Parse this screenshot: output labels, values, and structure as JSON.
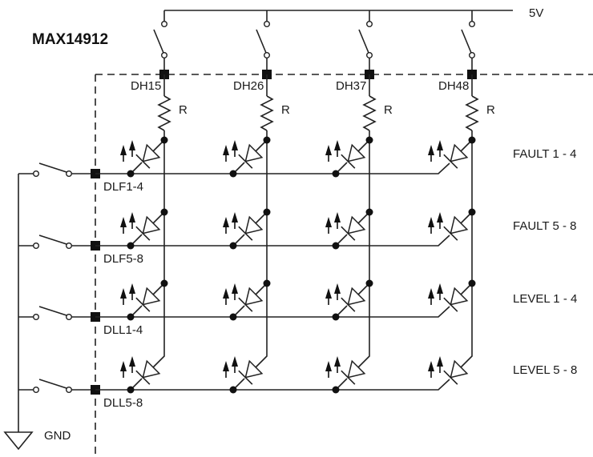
{
  "diagram": {
    "title": "MAX14912",
    "supply_label": "5V",
    "ground_label": "GND",
    "resistor_label": "R",
    "columns": [
      {
        "pin": "DH15"
      },
      {
        "pin": "DH26"
      },
      {
        "pin": "DH37"
      },
      {
        "pin": "DH48"
      }
    ],
    "rows": [
      {
        "pin": "DLF1-4",
        "group": "FAULT 1 - 4"
      },
      {
        "pin": "DLF5-8",
        "group": "FAULT 5 - 8"
      },
      {
        "pin": "DLL1-4",
        "group": "LEVEL 1 - 4"
      },
      {
        "pin": "DLL5-8",
        "group": "LEVEL 5 - 8"
      }
    ],
    "colors": {
      "line": "#222222",
      "background": "#ffffff"
    }
  }
}
